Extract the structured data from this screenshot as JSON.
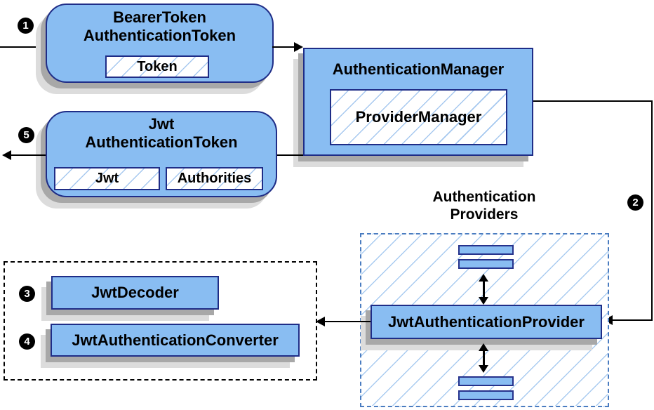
{
  "diagram": {
    "badges": {
      "b1": "1",
      "b2": "2",
      "b3": "3",
      "b4": "4",
      "b5": "5"
    },
    "bearer": {
      "title_line1": "BearerToken",
      "title_line2": "AuthenticationToken",
      "token_label": "Token"
    },
    "manager": {
      "title": "AuthenticationManager",
      "inner_label": "ProviderManager"
    },
    "jwt_token": {
      "title_line1": "Jwt",
      "title_line2": "AuthenticationToken",
      "jwt_label": "Jwt",
      "authorities_label": "Authorities"
    },
    "providers": {
      "heading_line1": "Authentication",
      "heading_line2": "Providers",
      "provider_label": "JwtAuthenticationProvider"
    },
    "resolvers": {
      "decoder_label": "JwtDecoder",
      "converter_label": "JwtAuthenticationConverter"
    },
    "colors": {
      "box_fill": "#89bdf2",
      "box_border": "#1f2d87",
      "hatch_line": "#a6c8ef",
      "dashed_blue_border": "#4a7cc0",
      "dashed_black_border": "#000000",
      "shadow_dark": "#a8a8a8",
      "shadow_light": "#dcdcdc",
      "arrow": "#000000",
      "badge_bg": "#000000",
      "badge_text": "#ffffff"
    }
  }
}
